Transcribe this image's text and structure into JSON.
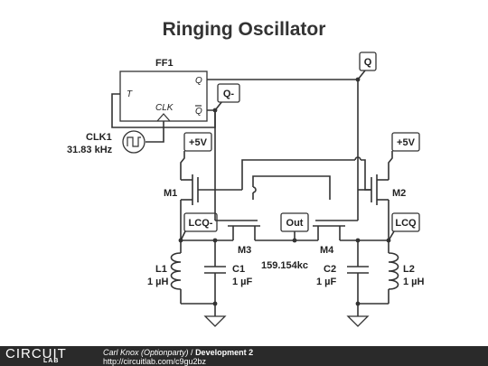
{
  "diagram": {
    "title": "Ringing Oscillator",
    "flipflop": {
      "name": "FF1",
      "pin_t": "T",
      "pin_q": "Q",
      "pin_qbar": "Q",
      "pin_clk": "CLK"
    },
    "clock": {
      "name": "CLK1",
      "freq": "31.83 kHz"
    },
    "net_labels": {
      "q": "Q",
      "qbar": "Q-",
      "vdd_left": "+5V",
      "vdd_right": "+5V",
      "lcq_minus": "LCQ-",
      "lcq": "LCQ",
      "out": "Out"
    },
    "transistors": {
      "m1": "M1",
      "m2": "M2",
      "m3": "M3",
      "m4": "M4"
    },
    "frequency_note": "159.154kc",
    "inductors": [
      {
        "name": "L1",
        "value": "1 µH"
      },
      {
        "name": "L2",
        "value": "1 µH"
      }
    ],
    "capacitors": [
      {
        "name": "C1",
        "value": "1 µF"
      },
      {
        "name": "C2",
        "value": "1 µF"
      }
    ]
  },
  "footer": {
    "logo_main": "CIRCUIT",
    "logo_sub": "LAB",
    "author": "Carl Knox (Optionparty)",
    "separator": " / ",
    "project": "Development 2",
    "url": "http://circuitlab.com/c9gu2bz"
  }
}
